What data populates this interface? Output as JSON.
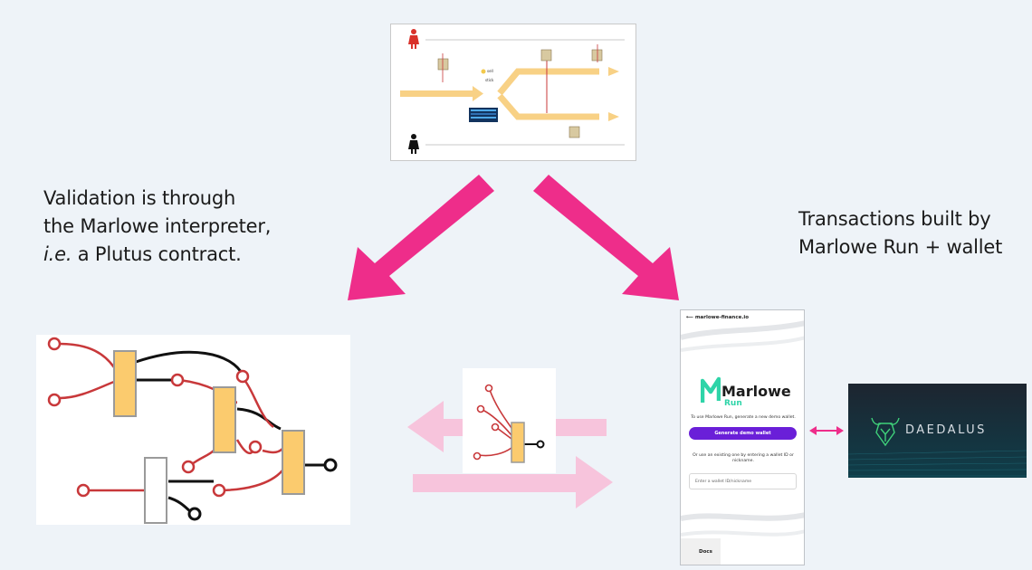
{
  "captions": {
    "validation_line1": "Validation is through",
    "validation_line2": "the Marlowe interpreter,",
    "validation_line3_italic": "i.e.",
    "validation_line3_rest": " a Plutus contract.",
    "transactions_line1": "Transactions built by",
    "transactions_line2": "Marlowe Run + wallet"
  },
  "contract": {
    "label_yes": "sell",
    "label_no": "stick"
  },
  "phone": {
    "url": "marlowe-finance.io",
    "app_name": "Marlowe",
    "app_sub": "Run",
    "intro_text": "To use Marlowe Run, generate a new demo wallet.",
    "generate_button": "Generate demo wallet",
    "alt_text": "Or use an existing one by entering a wallet ID or nickname.",
    "wallet_placeholder": "Enter a wallet ID/nickname",
    "docs_label": "Docs"
  },
  "wallet": {
    "name": "DAEDALUS"
  },
  "colors": {
    "accent_pink": "#ee2d8a",
    "soft_pink": "#f7c4dc",
    "circuit_red": "#c8383a",
    "gate_orange": "#fbcb6e",
    "flow_orange": "#f8d185",
    "marlowe_purple": "#6a1fd8",
    "marlowe_green": "#2ed4a8"
  }
}
